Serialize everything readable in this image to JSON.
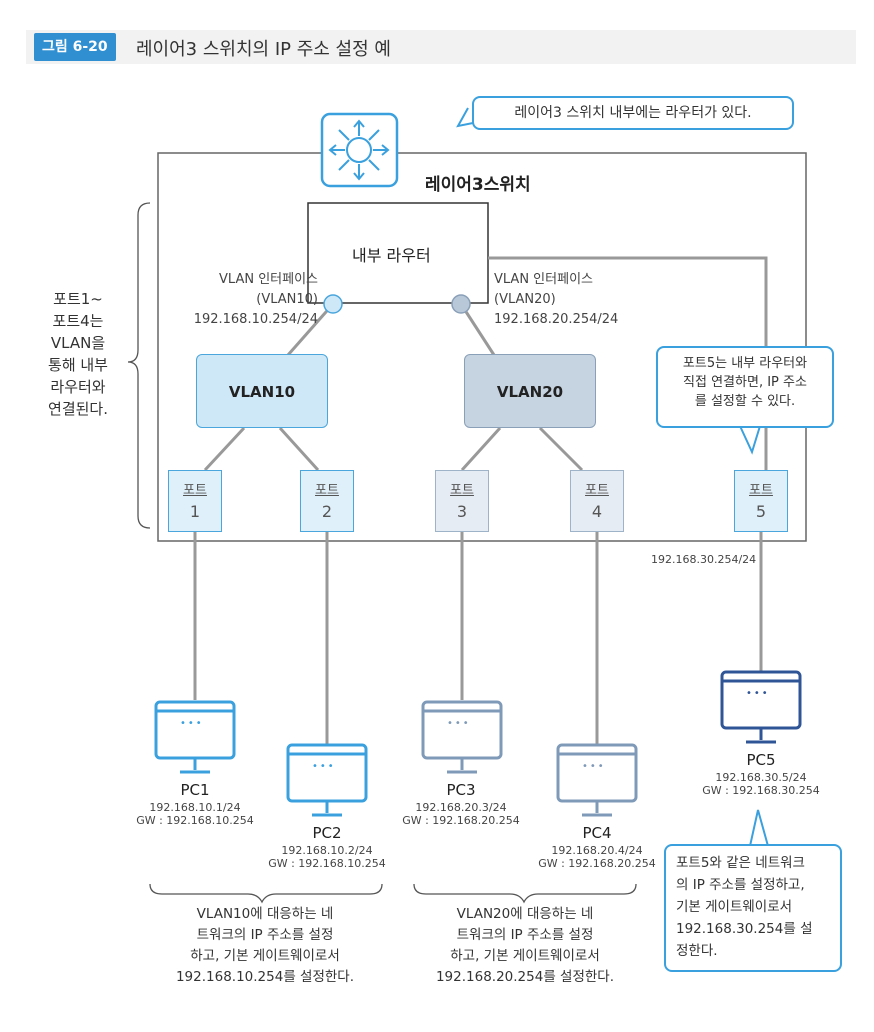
{
  "figure": {
    "badge": "그림 6-20",
    "title": "레이어3 스위치의 IP 주소 설정 예"
  },
  "switch": {
    "label": "레이어3스위치",
    "callout": "레이어3 스위치 내부에는 라우터가 있다.",
    "router_label": "내부 라우터"
  },
  "left_note": [
    "포트1~",
    "포트4는",
    "VLAN을",
    "통해 내부",
    "라우터와",
    "연결된다."
  ],
  "interfaces": {
    "vlan10": {
      "line1": "VLAN 인터페이스",
      "line2": "(VLAN10)",
      "ip": "192.168.10.254/24"
    },
    "vlan20": {
      "line1": "VLAN 인터페이스",
      "line2": "(VLAN20)",
      "ip": "192.168.20.254/24"
    }
  },
  "vlans": {
    "vlan10": "VLAN10",
    "vlan20": "VLAN20"
  },
  "port5_callout": [
    "포트5는 내부 라우터와",
    "직접 연결하면, IP 주소",
    "를 설정할 수 있다."
  ],
  "ports": [
    {
      "label": "포트",
      "num": "1"
    },
    {
      "label": "포트",
      "num": "2"
    },
    {
      "label": "포트",
      "num": "3"
    },
    {
      "label": "포트",
      "num": "4"
    },
    {
      "label": "포트",
      "num": "5"
    }
  ],
  "port5_ip": "192.168.30.254/24",
  "pcs": [
    {
      "name": "PC1",
      "ip": "192.168.10.1/24",
      "gw": "GW : 192.168.10.254"
    },
    {
      "name": "PC2",
      "ip": "192.168.10.2/24",
      "gw": "GW : 192.168.10.254"
    },
    {
      "name": "PC3",
      "ip": "192.168.20.3/24",
      "gw": "GW : 192.168.20.254"
    },
    {
      "name": "PC4",
      "ip": "192.168.20.4/24",
      "gw": "GW : 192.168.20.254"
    },
    {
      "name": "PC5",
      "ip": "192.168.30.5/24",
      "gw": "GW : 192.168.30.254"
    }
  ],
  "notes": {
    "vlan10": [
      "VLAN10에 대응하는 네",
      "트워크의 IP 주소를 설정",
      "하고, 기본 게이트웨이로서",
      "192.168.10.254를 설정한다."
    ],
    "vlan20": [
      "VLAN20에 대응하는 네",
      "트워크의 IP 주소를 설정",
      "하고, 기본 게이트웨이로서",
      "192.168.20.254를 설정한다."
    ],
    "pc5": [
      "포트5와 같은 네트워크",
      "의 IP 주소를 설정하고,",
      "기본 게이트웨이로서",
      "192.168.30.254를 설",
      "정한다."
    ]
  },
  "pc_dots": "•••",
  "colors": {
    "accent": "#3aa0de",
    "vlan10_fill": "#cfe8f8",
    "vlan20_fill": "#c6d3e0",
    "pc5_stroke": "#2f5597"
  }
}
